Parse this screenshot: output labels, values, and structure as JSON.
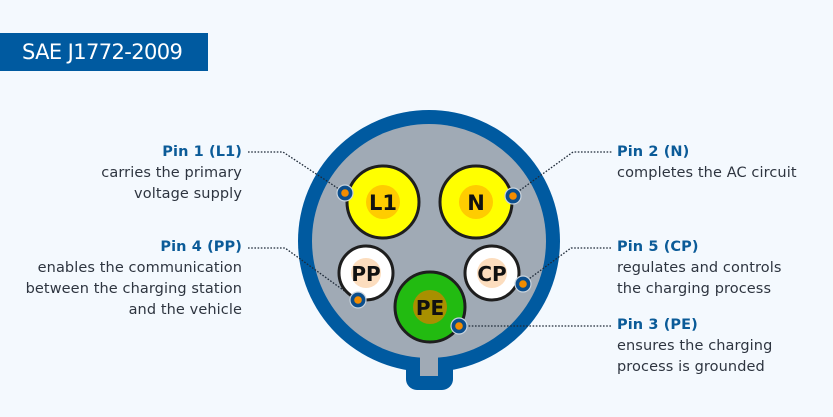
{
  "title": "SAE J1772-2009",
  "colors": {
    "background": "#F4F9FE",
    "brand_blue": "#005AA0",
    "connector_face": "#A0AAB5",
    "pin_yellow": "#FFFF00",
    "pin_yellow_inner": "#FFCC00",
    "pin_white": "#FFFFFF",
    "pin_white_inner": "#FCDDBE",
    "pin_green": "#22BB11",
    "pin_green_inner": "#A89000",
    "marker_dot": "#F28C00",
    "title_text": "#0B5B98",
    "body_text": "#2E3540"
  },
  "pins": [
    {
      "id": "L1",
      "symbol": "L1",
      "title": "Pin 1 (L1)",
      "description": [
        "carries the primary",
        "voltage supply"
      ]
    },
    {
      "id": "N",
      "symbol": "N",
      "title": "Pin 2 (N)",
      "description": [
        "completes the AC circuit"
      ]
    },
    {
      "id": "PE",
      "symbol": "PE",
      "title": "Pin 3 (PE)",
      "description": [
        "ensures the charging",
        "process is grounded"
      ]
    },
    {
      "id": "PP",
      "symbol": "PP",
      "title": "Pin 4 (PP)",
      "description": [
        "enables the communication",
        "between the charging station",
        "and the vehicle"
      ]
    },
    {
      "id": "CP",
      "symbol": "CP",
      "title": "Pin 5 (CP)",
      "description": [
        "regulates and controls",
        "the charging process"
      ]
    }
  ]
}
